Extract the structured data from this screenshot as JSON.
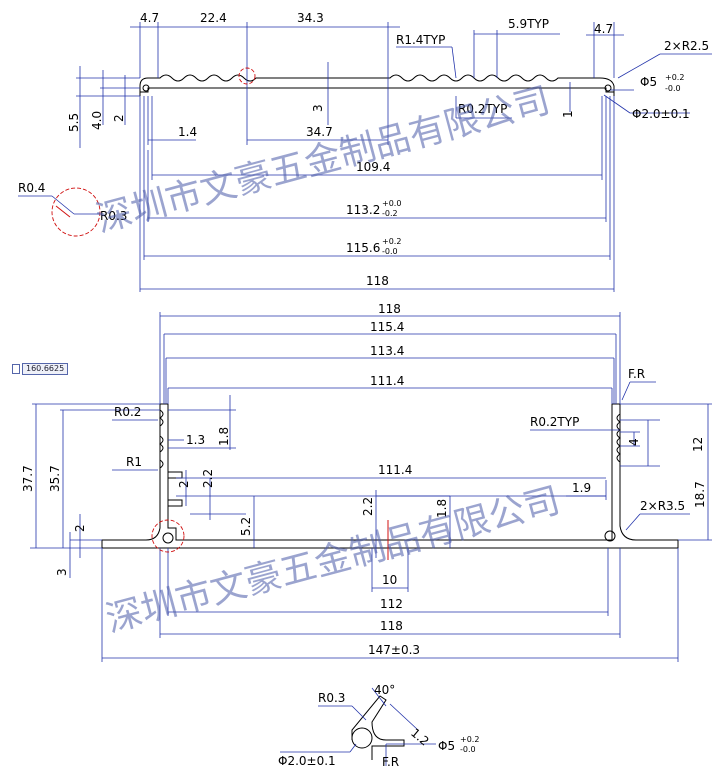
{
  "top_view": {
    "dims": {
      "d_4_7_left": "4.7",
      "d_22_4": "22.4",
      "d_34_3": "34.3",
      "d_r1_4": "R1.4TYP",
      "d_5_9": "5.9TYP",
      "d_4_7_right": "4.7",
      "d_2xr2_5": "2×R2.5",
      "d_phi5": "Φ5",
      "d_phi5_tol_up": "+0.2",
      "d_phi5_tol_dn": "-0.0",
      "d_r0_2": "R0.2TYP",
      "d_phi2": "Φ2.0±0.1",
      "d_1": "1",
      "d_5_5": "5.5",
      "d_4_0": "4.0",
      "d_2": "2",
      "d_1_4": "1.4",
      "d_3": "3",
      "d_34_7": "34.7",
      "d_109_4": "109.4",
      "d_r0_4": "R0.4",
      "d_r0_3": "R0.3",
      "d_113_2": "113.2",
      "d_113_tol_up": "+0.0",
      "d_113_tol_dn": "-0.2",
      "d_115_6": "115.6",
      "d_115_tol_up": "+0.2",
      "d_115_tol_dn": "-0.0",
      "d_118": "118"
    }
  },
  "bottom_view": {
    "dims": {
      "d_118_top": "118",
      "d_115_4": "115.4",
      "d_113_4": "113.4",
      "d_111_4_top": "111.4",
      "d_fr": "F.R",
      "d_r0_2": "R0.2",
      "d_r0_2typ": "R0.2TYP",
      "d_1_3": "1.3",
      "d_1_8_left": "1.8",
      "d_4": "4",
      "d_12": "12",
      "d_r1": "R1",
      "d_37_7": "37.7",
      "d_35_7": "35.7",
      "d_111_4_mid": "111.4",
      "d_2_small": "2",
      "d_2_2_left": "2.2",
      "d_1_9": "1.9",
      "d_18_7": "18.7",
      "d_2xr3_5": "2×R3.5",
      "d_5_2": "5.2",
      "d_2_2_mid": "2.2",
      "d_1_8_mid": "1.8",
      "d_2": "2",
      "d_3": "3",
      "d_10": "10",
      "d_112": "112",
      "d_118_bot": "118",
      "d_147": "147±0.3"
    },
    "tag_value": "160.6625"
  },
  "detail": {
    "r0_3": "R0.3",
    "angle": "40°",
    "d_1_2": "1.2",
    "phi2": "Φ2.0±0.1",
    "phi5": "Φ5",
    "phi5_tol_up": "+0.2",
    "phi5_tol_dn": "-0.0",
    "fr": "F.R"
  },
  "watermark": {
    "text_top": "深圳市文豪五金制品有限公司",
    "text_bottom": "深圳市文豪五金制品有限公司"
  },
  "colors": {
    "outline": "#000000",
    "dimension": "#2233aa",
    "highlight": "#d01010",
    "watermark": "#4a5aa8"
  }
}
